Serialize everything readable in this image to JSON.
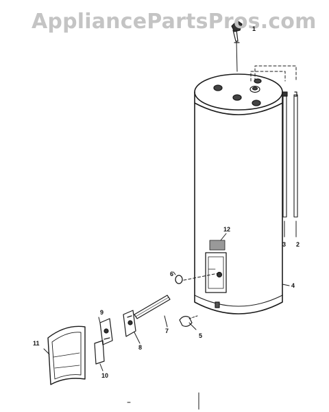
{
  "watermark": "AppliancePartsPros.com",
  "diagram": {
    "callouts": {
      "c1": "1",
      "c2": "2",
      "c3": "3",
      "c4": "4",
      "c5": "5",
      "c6": "6",
      "c7": "7",
      "c8": "8",
      "c9": "9",
      "c10": "10",
      "c11": "11",
      "c12": "12"
    }
  },
  "colors": {
    "line": "#1a1a1a",
    "watermark": "#c4c4c4",
    "background": "#ffffff"
  }
}
